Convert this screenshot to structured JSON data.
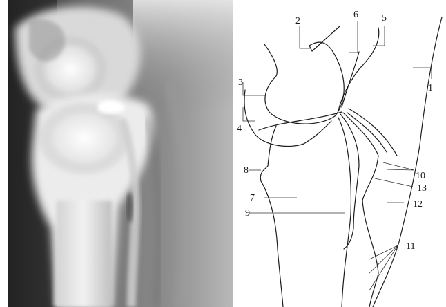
{
  "colors": {
    "background": "#ffffff",
    "line": "#1a1a1a",
    "xray_dark": "#1e1e1e",
    "xray_bright": "#f4f4f4"
  },
  "labels": [
    {
      "id": "1",
      "text": "1"
    },
    {
      "id": "2",
      "text": "2"
    },
    {
      "id": "3",
      "text": "3"
    },
    {
      "id": "4",
      "text": "4"
    },
    {
      "id": "5",
      "text": "5"
    },
    {
      "id": "6",
      "text": "6"
    },
    {
      "id": "7",
      "text": "7"
    },
    {
      "id": "8",
      "text": "8"
    },
    {
      "id": "9",
      "text": "9"
    },
    {
      "id": "10",
      "text": "10"
    },
    {
      "id": "11",
      "text": "11"
    },
    {
      "id": "12",
      "text": "12"
    },
    {
      "id": "13",
      "text": "13"
    }
  ]
}
